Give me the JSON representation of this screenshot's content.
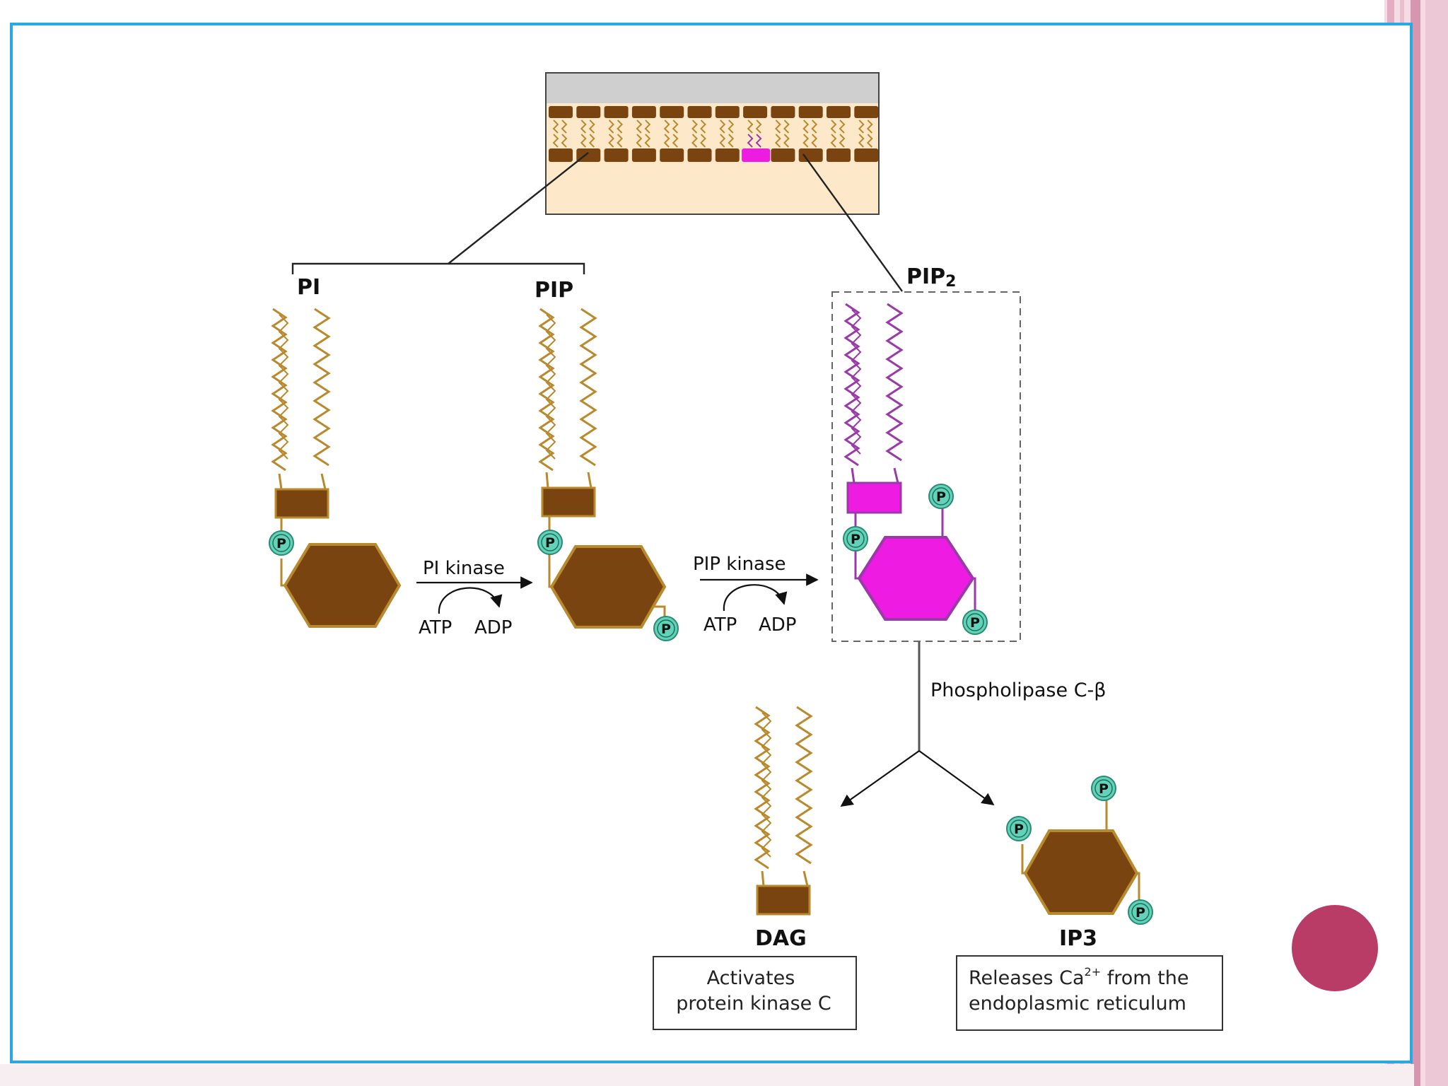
{
  "colors": {
    "frame": "#29a9e1",
    "stripe_pink": "#e7b6c6",
    "stripe_pink_dark": "#c98aa2",
    "accent_circle": "#b93c66",
    "lipid_brown": "#7a4410",
    "lipid_tail": "#b9892e",
    "pip2_magenta": "#ee1be3",
    "pip2_tail": "#9a3aa8",
    "phosphate_fill": "#62d3b8",
    "cytosol": "#fde9c9",
    "extracellular": "#d0d0d0"
  },
  "diagram": {
    "molecules": {
      "pi": "PI",
      "pip": "PIP",
      "pip2_main": "PIP",
      "pip2_sub": "2",
      "dag": "DAG",
      "ip3": "IP3"
    },
    "phosphate_label": "P",
    "reactions": {
      "pi_kinase": {
        "enzyme": "PI kinase",
        "substrate": "ATP",
        "product": "ADP"
      },
      "pip_kinase": {
        "enzyme": "PIP kinase",
        "substrate": "ATP",
        "product": "ADP"
      },
      "plc": "Phospholipase C-β"
    },
    "dag_box": [
      "Activates",
      "protein kinase C"
    ],
    "ip3_box": {
      "pre": "Releases Ca",
      "sup": "2+",
      "post": " from the",
      "line2": "endoplasmic reticulum"
    }
  }
}
